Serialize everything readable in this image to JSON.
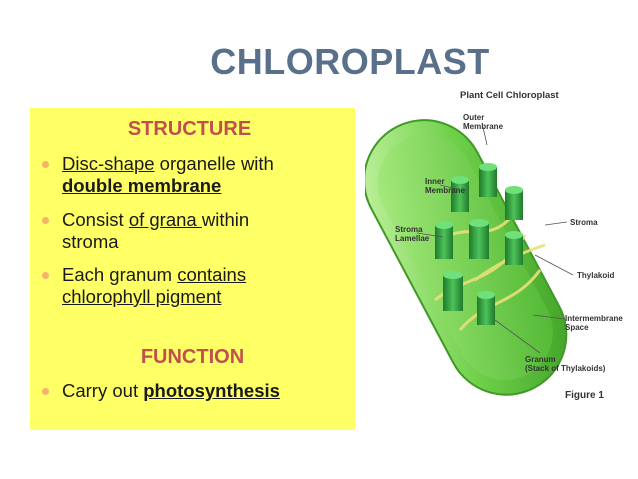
{
  "slide": {
    "title": "CHLOROPLAST"
  },
  "structure": {
    "heading": "STRUCTURE",
    "bullets": [
      {
        "a": "Disc-shape",
        "b": " organelle with",
        "c": "double membrane"
      },
      {
        "a": "Consist ",
        "b": "of grana ",
        "c": "within",
        "d": "stroma"
      },
      {
        "a": "Each granum ",
        "b": "contains",
        "c": "chlorophyll pigment"
      }
    ]
  },
  "function": {
    "heading": "FUNCTION",
    "bullet": {
      "a": "Carry out ",
      "b": "photosynthesis"
    }
  },
  "figure": {
    "title": "Plant Cell Chloroplast",
    "labels": {
      "outer": [
        "Outer",
        "Membrane"
      ],
      "inner": [
        "Inner",
        "Membrane"
      ],
      "lamellae": [
        "Stroma",
        "Lamellae"
      ],
      "stroma": "Stroma",
      "thylakoid": "Thylakoid",
      "intermembrane": [
        "Intermembrane",
        "Space"
      ],
      "granum": [
        "Granum",
        "(Stack of Thylakoids)"
      ]
    },
    "caption": "Figure 1"
  },
  "colors": {
    "title": "#59708a",
    "panel": "#ffff66",
    "heading": "#c0504d",
    "bullet": "#f6b26b",
    "chloroplast": "#5cc83a"
  }
}
